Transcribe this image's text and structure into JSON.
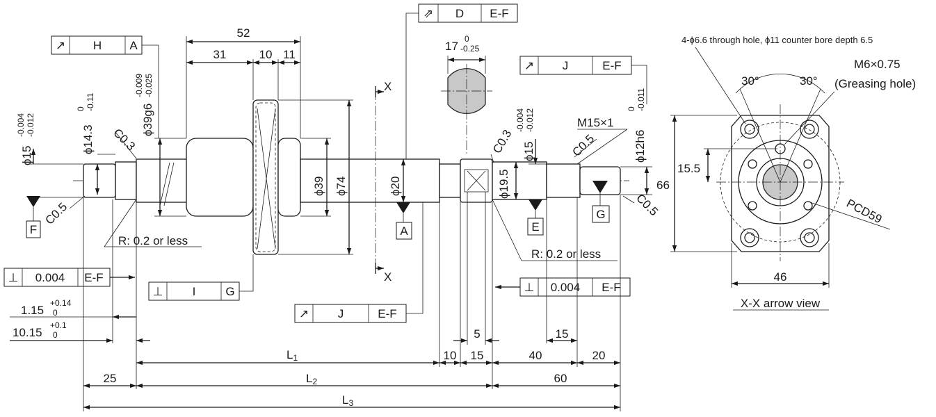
{
  "labels": {
    "top_len_52": "52",
    "top_len_31": "31",
    "top_len_10": "10",
    "top_len_11": "11",
    "tol_17_main": "17",
    "tol_17_upper": "0",
    "tol_17_lower": "-0.25",
    "mark_x": "X",
    "c03_left": "C0.3",
    "c05_left": "C0.5",
    "c03_right": "C0.3",
    "c05_right_top": "C0.5",
    "c05_right_bottom": "C0.5",
    "m15": "M15×1",
    "r_left": "R: 0.2 or less",
    "r_right": "R: 0.2 or less",
    "d15_left_main": "ϕ15",
    "d15_left_upper": "-0.004",
    "d15_left_lower": "-0.012",
    "d143_main": "ϕ14.3",
    "d143_upper": "0",
    "d143_lower": "-0.11",
    "d39g6_main": "ϕ39g6",
    "d39g6_upper": "-0.009",
    "d39g6_lower": "-0.025",
    "d39": "ϕ39",
    "d74": "ϕ74",
    "d20": "ϕ20",
    "d195": "ϕ19.5",
    "d15_right_main": "ϕ15",
    "d15_right_upper": "-0.004",
    "d15_right_lower": "-0.012",
    "d12h6_main": "ϕ12h6",
    "d12h6_upper": "0",
    "d12h6_lower": "-0.011",
    "datum_f": "F",
    "datum_a": "A",
    "datum_e": "E",
    "datum_g": "G",
    "tol_115_main": "1.15",
    "tol_115_upper": "+0.14",
    "tol_115_lower": "0",
    "tol_1015_main": "10.15",
    "tol_1015_upper": "+0.1",
    "tol_1015_lower": "0",
    "dim_l1": "L",
    "dim_l1_sub": "1",
    "dim_l2": "L",
    "dim_l2_sub": "2",
    "dim_l3": "L",
    "dim_l3_sub": "3",
    "dim_25": "25",
    "dim_10": "10",
    "dim_15": "15",
    "dim_5": "5",
    "dim_40": "40",
    "dim_15b": "15",
    "dim_20": "20",
    "dim_60": "60",
    "hole_note": "4-ϕ6.6 through hole, ϕ11 counter bore depth 6.5",
    "m6_note": "M6×0.75",
    "greasing_note": "(Greasing hole)",
    "angle_left": "30°",
    "angle_right": "30°",
    "dim_155": "15.5",
    "dim_66": "66",
    "dim_46": "46",
    "pcd": "PCD59",
    "view_caption": "X-X arrow view"
  },
  "frames": {
    "h_a": {
      "symbol": "↗",
      "value": "H",
      "datum": "A"
    },
    "d_ef": {
      "symbol": "⇗",
      "value": "D",
      "datum": "E-F"
    },
    "j_ef_top": {
      "symbol": "↗",
      "value": "J",
      "datum": "E-F"
    },
    "perp_left": {
      "symbol": "⊥",
      "value": "0.004",
      "datum": "E-F"
    },
    "i_g": {
      "symbol": "⊥",
      "value": "I",
      "datum": "G"
    },
    "j_ef_bottom": {
      "symbol": "↗",
      "value": "J",
      "datum": "E-F"
    },
    "perp_right": {
      "symbol": "⊥",
      "value": "0.004",
      "datum": "E-F"
    }
  }
}
